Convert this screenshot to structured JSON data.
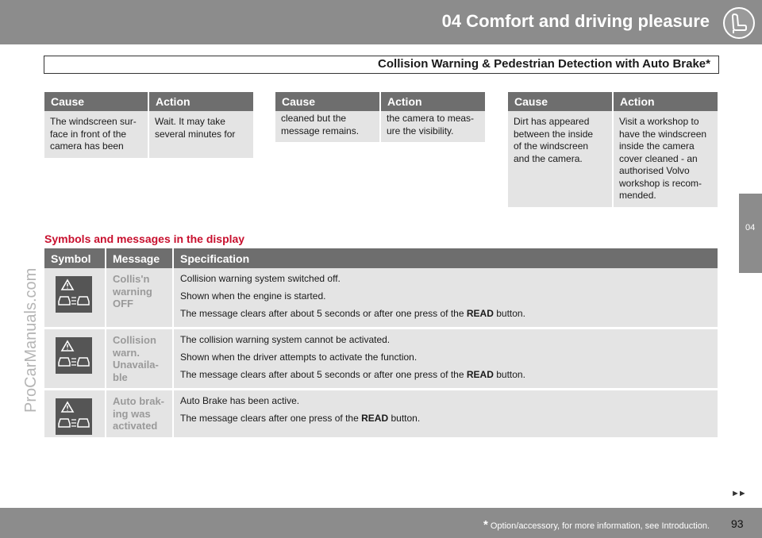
{
  "header": {
    "title": "04 Comfort and driving pleasure",
    "icon": "seat-icon"
  },
  "section": {
    "title": "Collision Warning & Pedestrian Detection with Auto Brake*"
  },
  "side_tab": {
    "label": "04"
  },
  "watermark": "ProCarManuals.com",
  "cause_tables": [
    {
      "headers": [
        "Cause",
        "Action"
      ],
      "rows": [
        [
          "The windscreen sur-\nface in front of the\ncamera has been",
          "Wait. It may take\nseveral minutes for"
        ]
      ]
    },
    {
      "headers": [
        "Cause",
        "Action"
      ],
      "rows": [
        [
          "cleaned but the\nmessage remains.",
          "the camera to meas-\nure the visibility."
        ]
      ]
    },
    {
      "headers": [
        "Cause",
        "Action"
      ],
      "rows": [
        [
          "Dirt has appeared\nbetween the inside\nof the windscreen\nand the camera.",
          "Visit a workshop to\nhave the windscreen\ninside the camera\ncover cleaned - an\nauthorised Volvo\nworkshop is recom-\nmended."
        ]
      ]
    }
  ],
  "symbols": {
    "heading": "Symbols and messages in the display",
    "headers": [
      "Symbol",
      "Message",
      "Specification"
    ],
    "rows": [
      {
        "icon": "collision-warning-icon",
        "message": "Collis'n\nwarning\nOFF",
        "spec": [
          {
            "text": "Collision warning system switched off."
          },
          {
            "text": "Shown when the engine is started."
          },
          {
            "pre": "The message clears after about 5 seconds or after one press of the ",
            "bold": "READ",
            "post": " button."
          }
        ]
      },
      {
        "icon": "collision-warning-icon",
        "message": "Collision\nwarn.\nUnavaila-\nble",
        "spec": [
          {
            "text": "The collision warning system cannot be activated."
          },
          {
            "text": "Shown when the driver attempts to activate the function."
          },
          {
            "pre": "The message clears after about 5 seconds or after one press of the ",
            "bold": "READ",
            "post": " button."
          }
        ]
      },
      {
        "icon": "collision-warning-icon",
        "message": "Auto brak-\ning was\nactivated",
        "spec": [
          {
            "text": "Auto Brake has been active."
          },
          {
            "pre": "The message clears after one press of the ",
            "bold": "READ",
            "post": " button."
          }
        ]
      }
    ]
  },
  "footer": {
    "asterisk": "*",
    "note": " Option/accessory, for more information, see Introduction.",
    "page": "93",
    "next_icon": "double-chevron-right-icon"
  }
}
